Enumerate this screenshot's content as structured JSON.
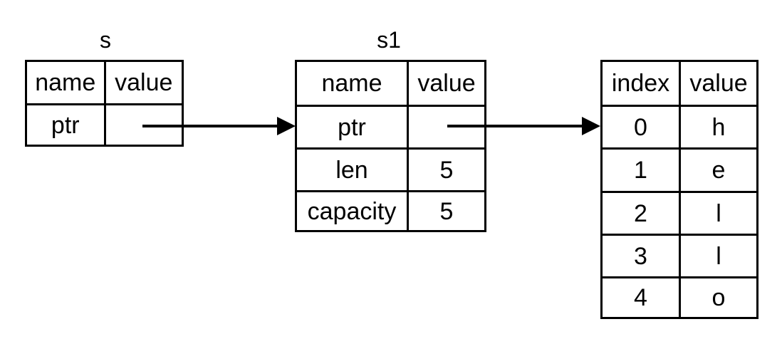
{
  "diagram": {
    "title_s": "s",
    "title_s1": "s1",
    "tables": {
      "s": {
        "label": "s",
        "headers": [
          "name",
          "value"
        ],
        "rows": [
          {
            "name": "ptr",
            "value": ""
          }
        ]
      },
      "s1": {
        "label": "s1",
        "headers": [
          "name",
          "value"
        ],
        "rows": [
          {
            "name": "ptr",
            "value": ""
          },
          {
            "name": "len",
            "value": "5"
          },
          {
            "name": "capacity",
            "value": "5"
          }
        ]
      },
      "heap": {
        "label": "",
        "headers": [
          "index",
          "value"
        ],
        "rows": [
          {
            "index": "0",
            "value": "h"
          },
          {
            "index": "1",
            "value": "e"
          },
          {
            "index": "2",
            "value": "l"
          },
          {
            "index": "3",
            "value": "l"
          },
          {
            "index": "4",
            "value": "o"
          }
        ]
      }
    },
    "arrows": [
      {
        "name": "arrow-s-ptr-to-s1",
        "from": "s.ptr",
        "to": "s1"
      },
      {
        "name": "arrow-s1-ptr-to-heap",
        "from": "s1.ptr",
        "to": "heap"
      }
    ],
    "colors": {
      "stroke": "#000000",
      "background": "#ffffff"
    }
  }
}
